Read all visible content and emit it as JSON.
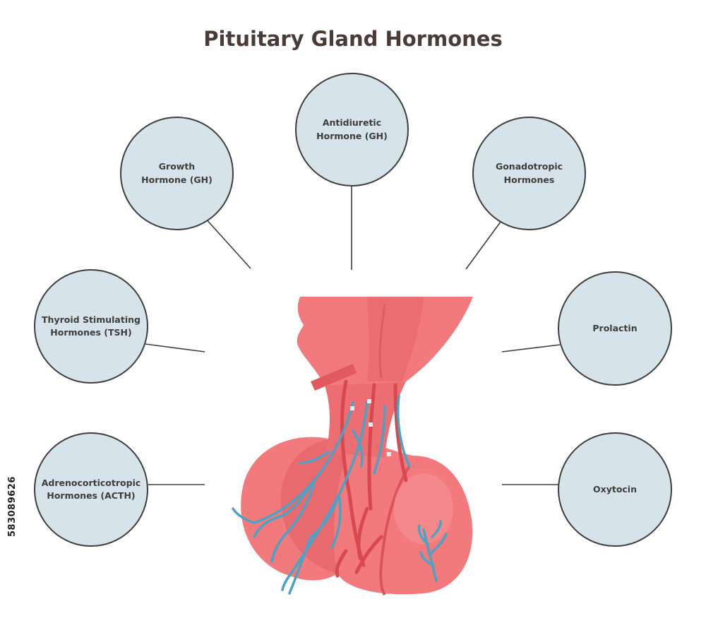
{
  "title": "Pituitary Gland Hormones",
  "labels": {
    "growth": "Growth\nHormone (GH)",
    "antidiuretic": "Antidiuretic\nHormone (GH)",
    "gonadotropic": "Gonadotropic\nHormones",
    "thyroid": "Thyroid Stimulating\nHormones (TSH)",
    "prolactin": "Prolactin",
    "acth": "Adrenocorticotropic\nHormones (ACTH)",
    "oxytocin": "Oxytocin"
  },
  "stock_id": "583089626",
  "colors": {
    "bubble_fill": "#d6e3ea",
    "bubble_stroke": "#3e3e3e",
    "gland_light": "#f2797c",
    "gland_dark": "#e15a5f",
    "vessel": "#4aa3c4",
    "title": "#4a3b36"
  }
}
